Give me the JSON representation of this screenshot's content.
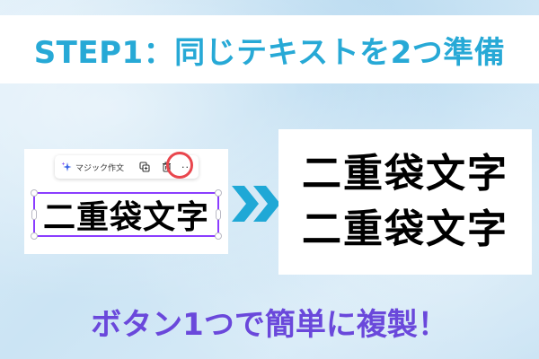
{
  "colors": {
    "title": "#27a9d6",
    "caption": "#6a48db",
    "arrow": "#1fa8d6",
    "ring": "#e9464d",
    "selection": "#8b3dff"
  },
  "header": {
    "title": "STEP1：同じテキストを2つ準備"
  },
  "left_panel": {
    "toolbar": {
      "magic_write_icon": "sparkle-icon",
      "magic_write_label": "マジック作文",
      "duplicate_icon": "duplicate-icon",
      "delete_icon": "trash-icon",
      "more_label": "···"
    },
    "selected_text": "二重袋文字"
  },
  "arrow": {
    "icon": "double-chevron-right-icon"
  },
  "right_panel": {
    "lines": [
      "二重袋文字",
      "二重袋文字"
    ]
  },
  "footer": {
    "caption": "ボタン1つで簡単に複製！"
  }
}
